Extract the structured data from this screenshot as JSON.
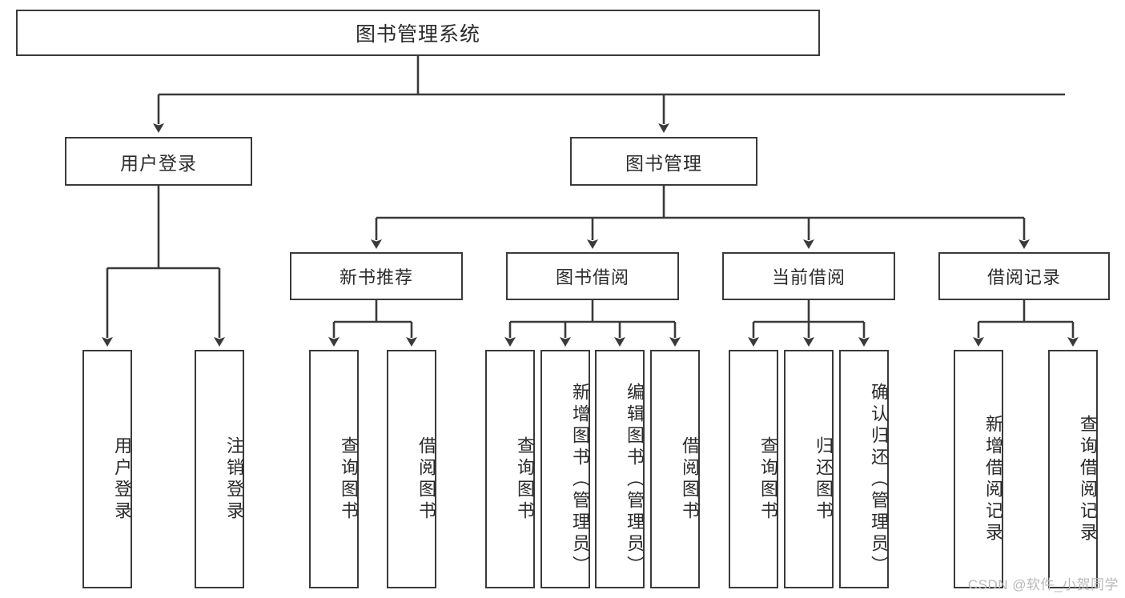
{
  "diagram": {
    "title": "图书管理系统",
    "type": "tree",
    "colors": {
      "stroke": "#3a3a3a",
      "fill": "#ffffff",
      "text": "#2b2b2b",
      "watermark": "#b9b9b9"
    },
    "root": {
      "label": "图书管理系统"
    },
    "level2": [
      {
        "label": "用户登录"
      },
      {
        "label": "图书管理"
      }
    ],
    "level3": [
      {
        "label": "新书推荐"
      },
      {
        "label": "图书借阅"
      },
      {
        "label": "当前借阅"
      },
      {
        "label": "借阅记录"
      }
    ],
    "leaves": {
      "user_login": [
        {
          "label": "用户登录"
        },
        {
          "label": "注销登录"
        }
      ],
      "new_book": [
        {
          "label": "查询图书"
        },
        {
          "label": "借阅图书"
        }
      ],
      "book_borrow": [
        {
          "label": "查询图书"
        },
        {
          "label": "新增图书（管理员）"
        },
        {
          "label": "编辑图书（管理员）"
        },
        {
          "label": "借阅图书"
        }
      ],
      "current_borrow": [
        {
          "label": "查询图书"
        },
        {
          "label": "归还图书"
        },
        {
          "label": "确认归还（管理员）"
        }
      ],
      "borrow_record": [
        {
          "label": "新增借阅记录"
        },
        {
          "label": "查询借阅记录"
        }
      ]
    }
  },
  "watermark": {
    "text": "CSDN @软件_小贺同学"
  }
}
